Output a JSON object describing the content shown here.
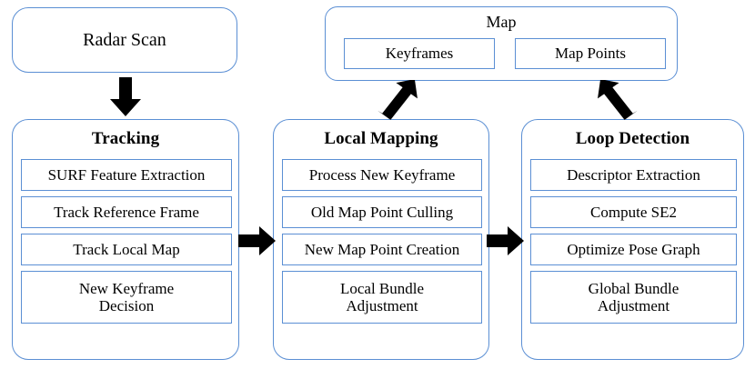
{
  "diagram": {
    "title": "Radar SLAM pipeline block diagram",
    "accent_border_color": "#5B8FD4",
    "arrow_color": "#000000",
    "background_color": "#FFFFFF"
  },
  "input_node": {
    "label": "Radar Scan"
  },
  "map_node": {
    "label": "Map",
    "children": [
      {
        "label": "Keyframes"
      },
      {
        "label": "Map Points"
      }
    ]
  },
  "columns": [
    {
      "id": "tracking",
      "title": "Tracking",
      "steps": [
        {
          "label": "SURF Feature Extraction"
        },
        {
          "label": "Track Reference Frame"
        },
        {
          "label": "Track Local Map"
        },
        {
          "label": "New Keyframe\nDecision"
        }
      ]
    },
    {
      "id": "local-mapping",
      "title": "Local Mapping",
      "steps": [
        {
          "label": "Process New Keyframe"
        },
        {
          "label": "Old Map Point Culling"
        },
        {
          "label": "New Map Point Creation"
        },
        {
          "label": "Local Bundle\nAdjustment"
        }
      ]
    },
    {
      "id": "loop-detection",
      "title": "Loop Detection",
      "steps": [
        {
          "label": "Descriptor Extraction"
        },
        {
          "label": "Compute SE2"
        },
        {
          "label": "Optimize Pose Graph"
        },
        {
          "label": "Global Bundle\nAdjustment"
        }
      ]
    }
  ],
  "arrows": [
    {
      "name": "arrow-radar-to-tracking",
      "direction": "down"
    },
    {
      "name": "arrow-tracking-to-local-mapping",
      "direction": "right"
    },
    {
      "name": "arrow-local-mapping-to-loop-detection",
      "direction": "right"
    },
    {
      "name": "arrow-local-mapping-to-map",
      "direction": "up-right"
    },
    {
      "name": "arrow-loop-detection-to-map",
      "direction": "up-left"
    }
  ]
}
